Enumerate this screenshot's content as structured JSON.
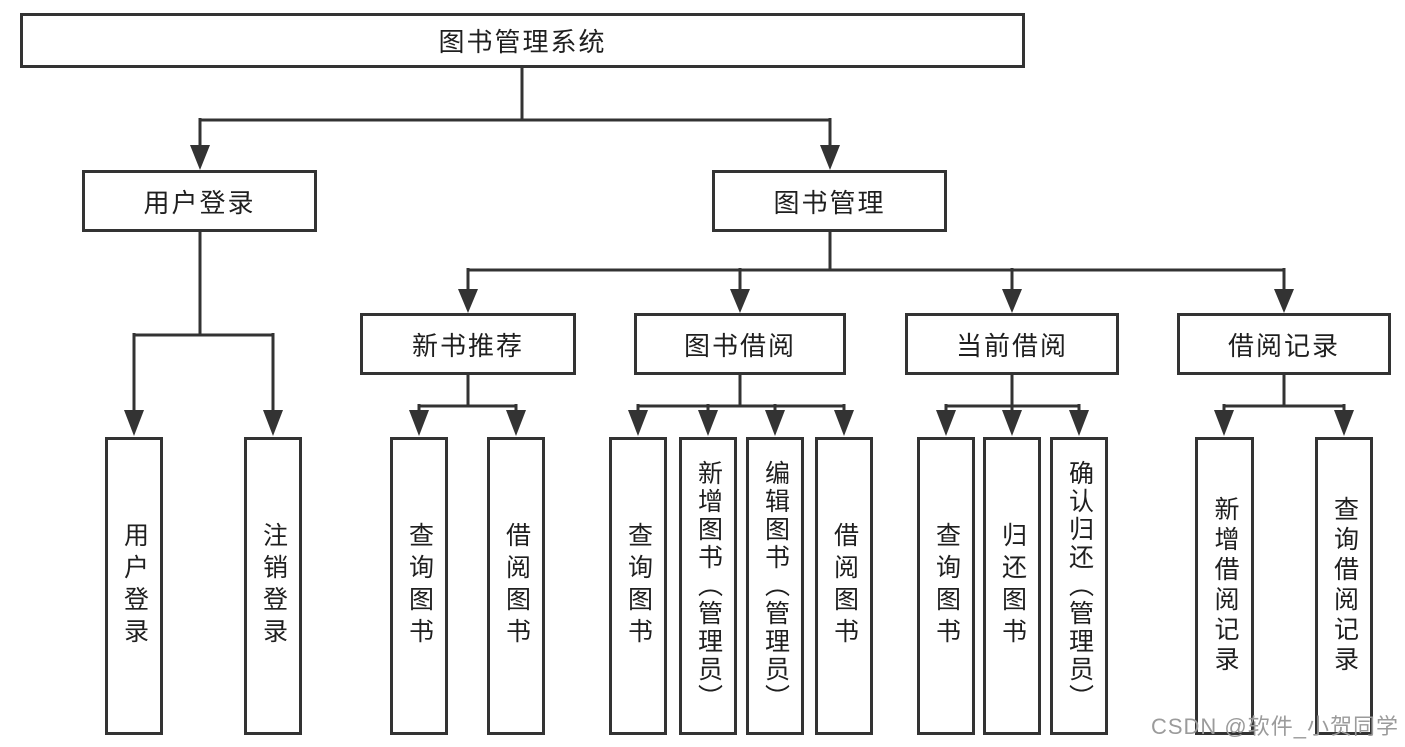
{
  "tree": {
    "root": {
      "label": "图书管理系统"
    },
    "level2": [
      {
        "label": "用户登录",
        "children": [
          {
            "label": "用户登录"
          },
          {
            "label": "注销登录"
          }
        ]
      },
      {
        "label": "图书管理",
        "children": [
          {
            "label": "新书推荐",
            "children": [
              {
                "label": "查询图书"
              },
              {
                "label": "借阅图书"
              }
            ]
          },
          {
            "label": "图书借阅",
            "children": [
              {
                "label": "查询图书"
              },
              {
                "label": "新增图书（管理员）"
              },
              {
                "label": "编辑图书（管理员）"
              },
              {
                "label": "借阅图书"
              }
            ]
          },
          {
            "label": "当前借阅",
            "children": [
              {
                "label": "查询图书"
              },
              {
                "label": "归还图书"
              },
              {
                "label": "确认归还（管理员）"
              }
            ]
          },
          {
            "label": "借阅记录",
            "children": [
              {
                "label": "新增借阅记录"
              },
              {
                "label": "查询借阅记录"
              }
            ]
          }
        ]
      }
    ]
  },
  "watermark": {
    "text": "CSDN @软件_小贺同学"
  },
  "colors": {
    "line": "#333333",
    "text": "#1f1f1f",
    "watermark": "#9b9b9b",
    "background": "#ffffff"
  }
}
